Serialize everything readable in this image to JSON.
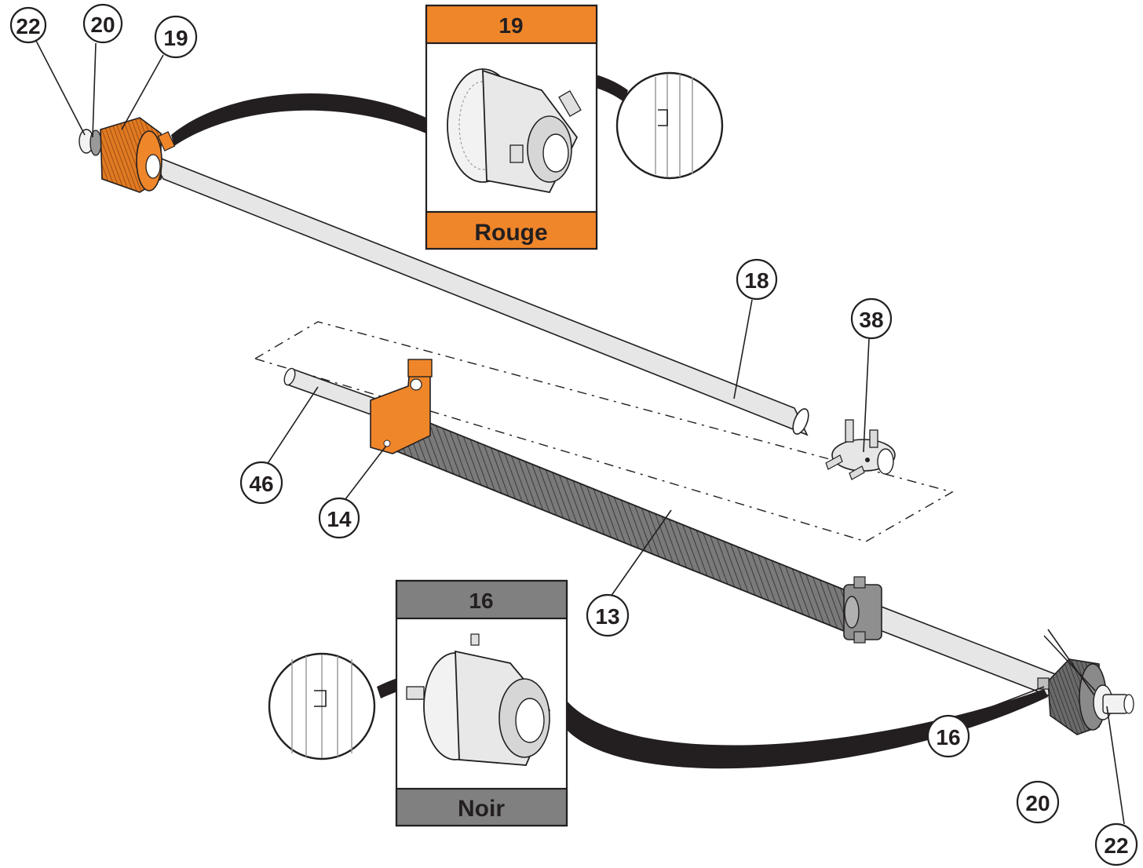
{
  "callouts": {
    "c22_top": "22",
    "c20_top": "20",
    "c19_top": "19",
    "c18": "18",
    "c38": "38",
    "c46": "46",
    "c14": "14",
    "c13": "13",
    "c16": "16",
    "c20_bottom": "20",
    "c22_bottom": "22"
  },
  "detail_top": {
    "part_number": "19",
    "color_label": "Rouge"
  },
  "detail_bottom": {
    "part_number": "16",
    "color_label": "Noir"
  },
  "colors": {
    "orange": "#f0862a",
    "gray_header": "#808080",
    "spring_gray": "#7a7a7a",
    "shaft": "#e6e6e6",
    "outline": "#231f20"
  },
  "icons": [
    "winding-cone-icon",
    "spring-icon",
    "shaft-icon",
    "bracket-icon",
    "coupler-icon",
    "bearing-icon",
    "magnifier-detail-icon"
  ]
}
